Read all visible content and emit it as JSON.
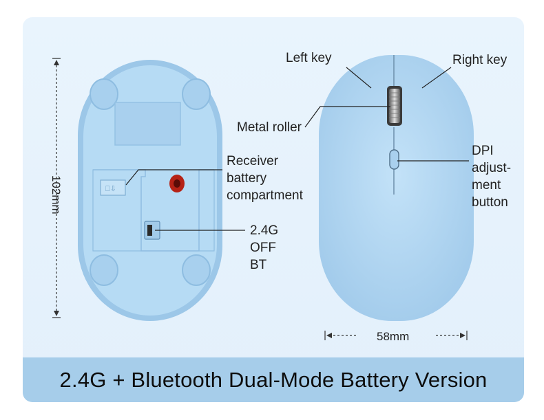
{
  "labels": {
    "height_dim": "102mm",
    "width_dim": "58mm",
    "left_key": "Left key",
    "right_key": "Right key",
    "metal_roller": "Metal roller",
    "receiver": [
      "Receiver",
      "battery",
      "compartment"
    ],
    "switch": [
      "2.4G",
      "OFF",
      "BT"
    ],
    "dpi": [
      "DPI",
      "adjust-",
      "ment",
      "button"
    ]
  },
  "banner": {
    "title": "2.4G + Bluetooth Dual-Mode Battery Version"
  },
  "colors": {
    "background_panel": "#e6f2fc",
    "mouse_body": "#aed3f1",
    "banner": "#a6cdea"
  }
}
